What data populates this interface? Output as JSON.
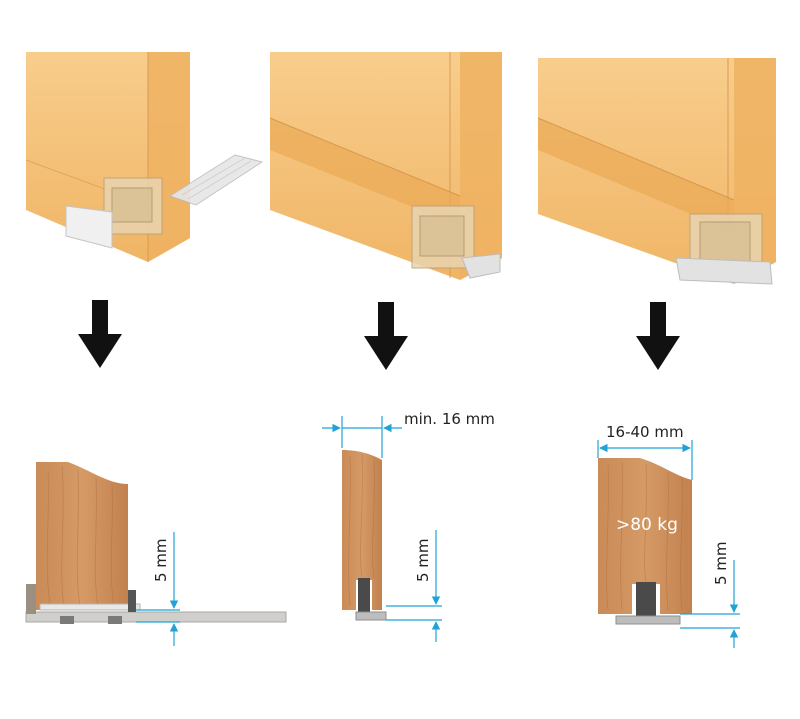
{
  "panels": [
    {
      "name": "bottom-guide-floor-mounted",
      "dimensions": [
        {
          "label": "5 mm"
        }
      ]
    },
    {
      "name": "bottom-guide-door-groove",
      "dimensions": [
        {
          "label": "min. 16 mm"
        },
        {
          "label": "5 mm"
        }
      ]
    },
    {
      "name": "bottom-guide-heavy-door",
      "dimensions": [
        {
          "label": "16-40 mm"
        },
        {
          "label": "5 mm"
        }
      ],
      "load_label": ">80 kg"
    }
  ],
  "colors": {
    "door_top": "#f5c27a",
    "door_side": "#eab062",
    "wood": "#c98a56",
    "wood_grain": "#a86a3c",
    "dimension_line": "#1fa3d6",
    "arrow": "#111111",
    "track": "#d0cfcb",
    "hardware": "#9a8f80"
  }
}
